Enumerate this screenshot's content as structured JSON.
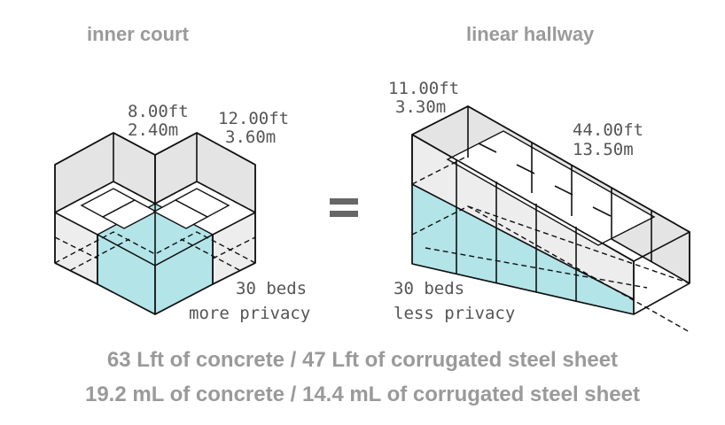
{
  "left_panel": {
    "heading": "inner court",
    "dim_a_ft": "8.00ft",
    "dim_a_m": "2.40m",
    "dim_b_ft": "12.00ft",
    "dim_b_m": "3.60m",
    "beds": "30 beds",
    "privacy": "more privacy"
  },
  "right_panel": {
    "heading": "linear hallway",
    "dim_a_ft": "11.00ft",
    "dim_a_m": "3.30m",
    "dim_b_ft": "44.00ft",
    "dim_b_m": "13.50m",
    "beds": "30 beds",
    "privacy": "less privacy"
  },
  "footer": {
    "line1": "63 Lft of concrete / 47 Lft of corrugated steel sheet",
    "line2": "19.2 mL of concrete / 14.4 mL of corrugated steel sheet"
  },
  "colors": {
    "accent_cyan": "#b2e4e8",
    "text_grey": "#9a9a9a",
    "line_black": "#111111"
  },
  "icons": {
    "equals_sign": "equals-icon"
  }
}
